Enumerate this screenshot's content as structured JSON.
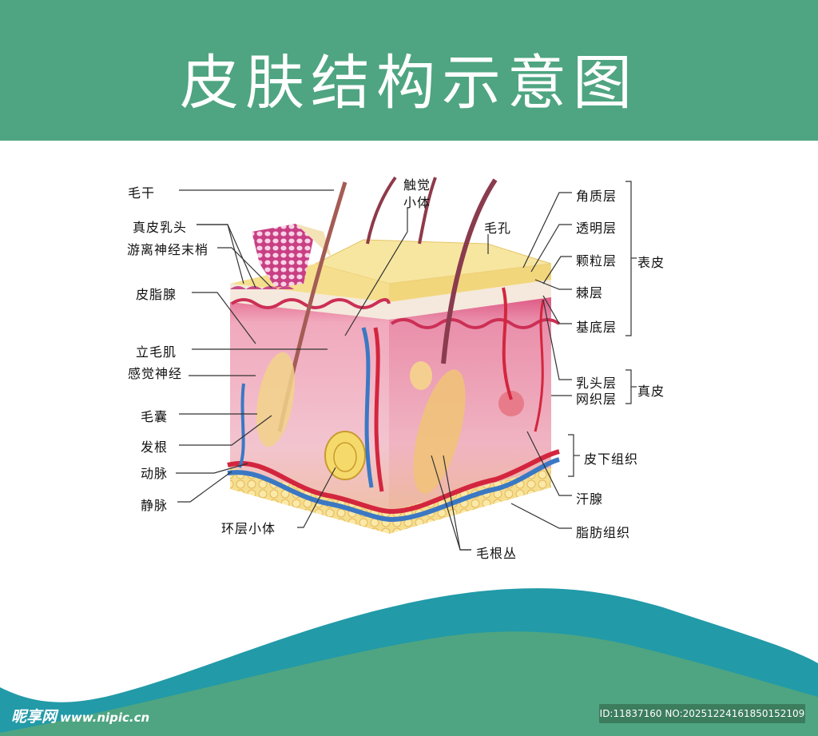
{
  "header": {
    "title": "皮肤结构示意图",
    "background": "#4fa581"
  },
  "labels_left": {
    "hair_shaft": "毛干",
    "dermal_papilla": "真皮乳头",
    "free_nerve_endings": "游离神经末梢",
    "sebaceous_gland": "皮脂腺",
    "arrector_pili": "立毛肌",
    "sensory_nerve": "感觉神经",
    "hair_follicle": "毛囊",
    "hair_root": "发根",
    "artery": "动脉",
    "vein": "静脉"
  },
  "labels_top": {
    "tactile_corpuscle_line1": "触觉",
    "tactile_corpuscle_line2": "小体",
    "pore": "毛孔"
  },
  "labels_right": {
    "stratum_corneum": "角质层",
    "stratum_lucidum": "透明层",
    "stratum_granulosum": "颗粒层",
    "stratum_spinosum": "棘层",
    "stratum_basale": "基底层",
    "epidermis": "表皮",
    "papillary_layer": "乳头层",
    "reticular_layer": "网织层",
    "dermis": "真皮",
    "subcutaneous": "皮下组织",
    "sweat_gland": "汗腺",
    "adipose": "脂肪组织"
  },
  "labels_bottom": {
    "lamellar_corpuscle": "环层小体",
    "hair_root_plexus": "毛根丛"
  },
  "footer": {
    "logo": "昵享网",
    "site": "www.nipic.cn",
    "id_text": "ID:11837160 NO:20251224161850152109",
    "teal": "#229aa8",
    "green": "#4fa581"
  }
}
